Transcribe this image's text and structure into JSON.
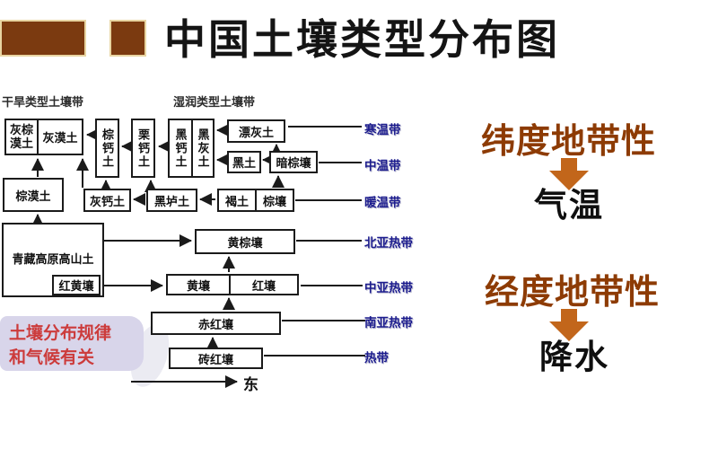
{
  "header": {
    "title": "中国土壤类型分布图"
  },
  "diagram": {
    "dry_belt_label": "干旱类型土壤带",
    "humid_belt_label": "湿润类型土壤带",
    "soils": {
      "gray_brown_desert": "灰棕漠土",
      "gray_desert": "灰漠土",
      "brown_calcic": "棕钙土",
      "chestnut_calcic": "栗钙土",
      "black_calcic": "黑钙土",
      "black_gray": "黑灰土",
      "bleached_gray": "漂灰土",
      "black_soil": "黑土",
      "dark_brown_earth": "暗棕壤",
      "brown_desert": "棕漠土",
      "gray_calcic": "灰钙土",
      "black_loam": "黑垆土",
      "cinnamon_soil": "褐土",
      "brown_earth": "棕壤",
      "plateau_alpine": "青藏高原高山土",
      "red_yellow_earth": "红黄壤",
      "yellow_brown_earth": "黄棕壤",
      "yellow_earth": "黄壤",
      "red_earth": "红壤",
      "lateritic_red_earth": "赤红壤",
      "latosol": "砖红壤"
    },
    "zones": [
      "寒温带",
      "中温带",
      "暖温带",
      "北亚热带",
      "中亚热带",
      "南亚热带",
      "热带"
    ],
    "east_label": "东",
    "note": {
      "line1": "土壤分布规律",
      "line2": "和气候有关"
    }
  },
  "panel": {
    "latitude": {
      "title": "纬度地带性",
      "result": "气温"
    },
    "longitude": {
      "title": "经度地带性",
      "result": "降水"
    }
  },
  "colors": {
    "accent_brown": "#7b3a10",
    "heading_brown": "#8d3b04",
    "arrow_orange": "#c2661b",
    "zone_blue": "#1c1c8e",
    "note_red": "#cc3b3b",
    "note_bg": "#d8d5ea"
  }
}
